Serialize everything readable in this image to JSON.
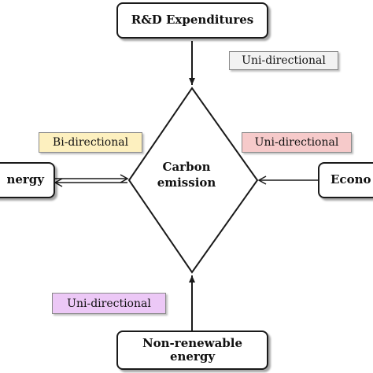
{
  "nodes": {
    "rd": "R&D Expenditures",
    "renewable": "nergy",
    "economic": "Econo",
    "nonrenewable_line1": "Non-renewable",
    "nonrenewable_line2": "energy"
  },
  "center": {
    "line1": "Carbon",
    "line2": "emission"
  },
  "relations": {
    "top": "Uni-directional",
    "left": "Bi-directional",
    "right": "Uni-directional",
    "bottom": "Uni-directional"
  },
  "colors": {
    "top_tag": "#f2f2f2",
    "left_tag": "#fdf0bf",
    "right_tag": "#f6caca",
    "bottom_tag": "#ecc8f6",
    "stroke": "#1a1a1a"
  }
}
